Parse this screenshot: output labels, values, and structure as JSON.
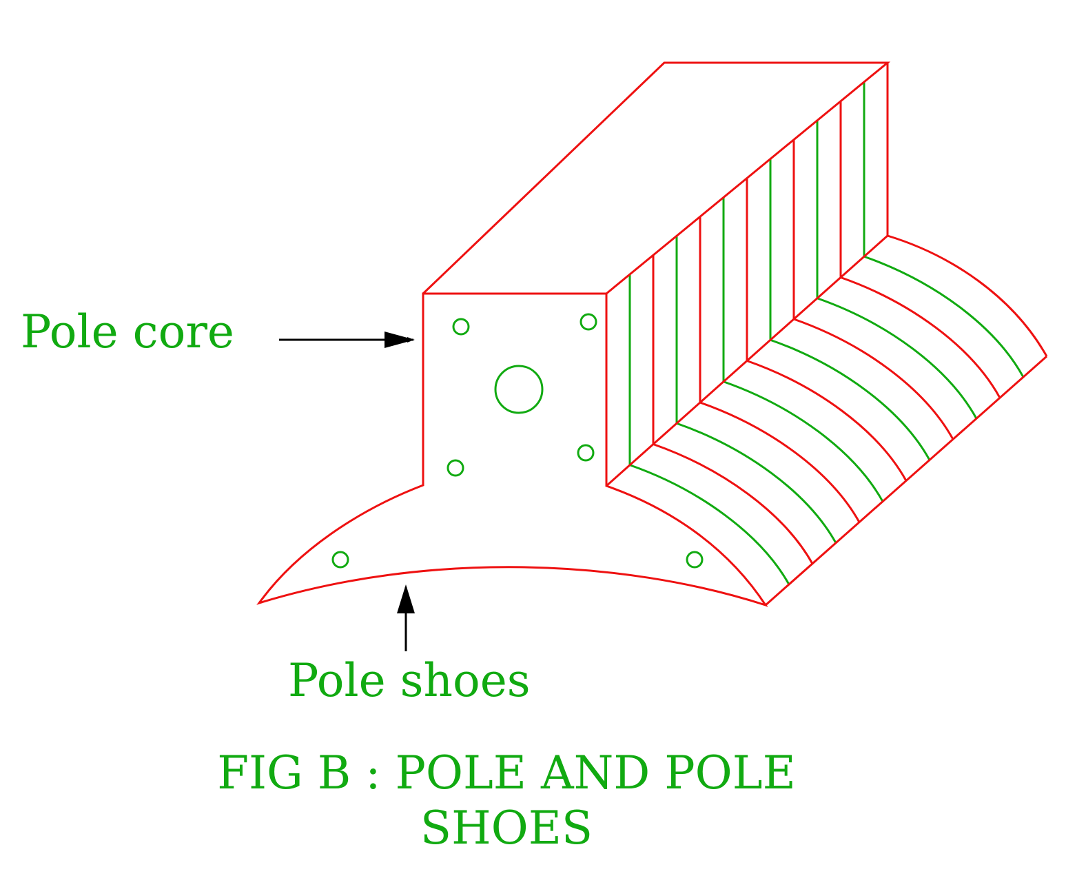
{
  "colors": {
    "outline": "#ee1111",
    "lamination_alt": "#11aa11",
    "text": "#11aa11",
    "arrow": "#000000"
  },
  "labels": {
    "pole_core": "Pole core",
    "pole_shoes": "Pole shoes"
  },
  "caption": {
    "line1": "FIG B : POLE AND POLE",
    "line2": "SHOES"
  }
}
